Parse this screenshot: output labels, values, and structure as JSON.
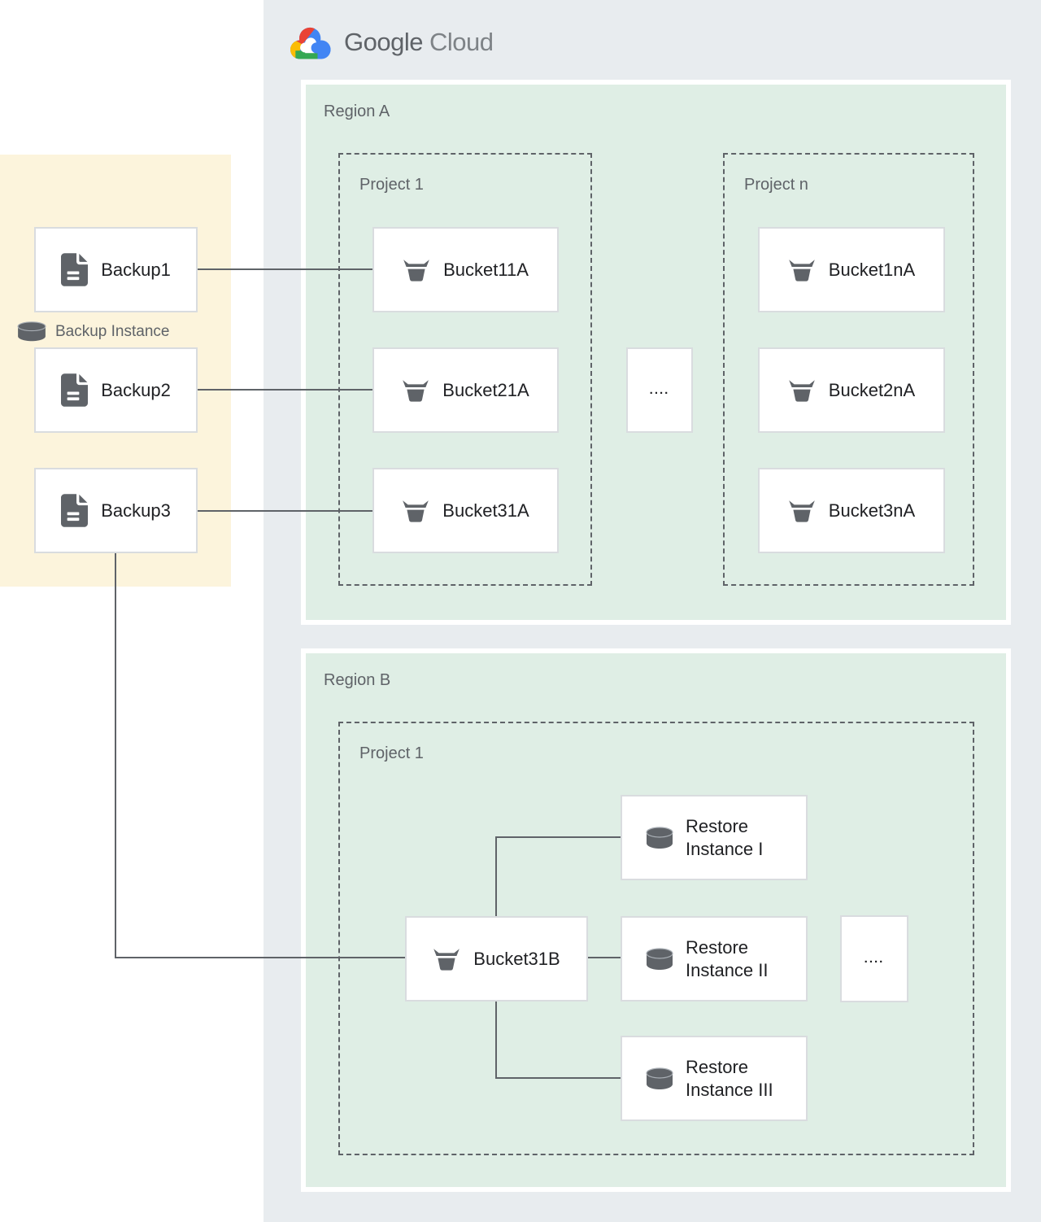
{
  "logo": {
    "brand_primary": "Google",
    "brand_secondary": "Cloud"
  },
  "left_panel": {
    "legend_label": "Backup Instance",
    "items": [
      {
        "label": "Backup1"
      },
      {
        "label": "Backup2"
      },
      {
        "label": "Backup3"
      }
    ]
  },
  "region_a": {
    "label": "Region A",
    "project_1": {
      "label": "Project 1",
      "buckets": [
        {
          "label": "Bucket11A"
        },
        {
          "label": "Bucket21A"
        },
        {
          "label": "Bucket31A"
        }
      ]
    },
    "ellipsis": "....",
    "project_n": {
      "label": "Project n",
      "buckets": [
        {
          "label": "Bucket1nA"
        },
        {
          "label": "Bucket2nA"
        },
        {
          "label": "Bucket3nA"
        }
      ]
    }
  },
  "region_b": {
    "label": "Region B",
    "project_1": {
      "label": "Project 1",
      "bucket": {
        "label": "Bucket31B"
      },
      "restore_instances": [
        {
          "label": "Restore Instance I"
        },
        {
          "label": "Restore Instance II"
        },
        {
          "label": "Restore Instance III"
        }
      ],
      "ellipsis": "...."
    }
  },
  "colors": {
    "google_blue": "#4285f4",
    "google_red": "#ea4335",
    "google_yellow": "#fbbc05",
    "google_green": "#34a853",
    "outer_bg": "#e8ecef",
    "region_bg": "#dfeee5",
    "backup_panel_bg": "#fcf4dc",
    "icon_gray": "#5f6368"
  }
}
